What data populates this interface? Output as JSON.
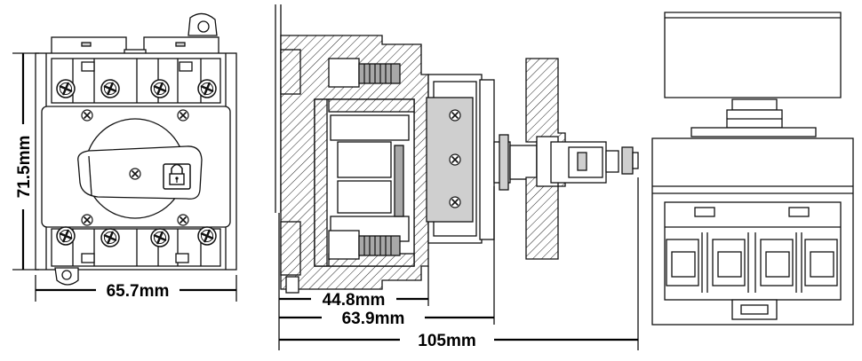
{
  "dimensions": {
    "front_height": "71.5mm",
    "front_width": "65.7mm",
    "side_depth_1": "44.8mm",
    "side_depth_2": "63.9mm",
    "total_depth": "105mm"
  },
  "icons": {
    "lock": "padlock-icon",
    "screws": "phillips-screw-icon"
  }
}
